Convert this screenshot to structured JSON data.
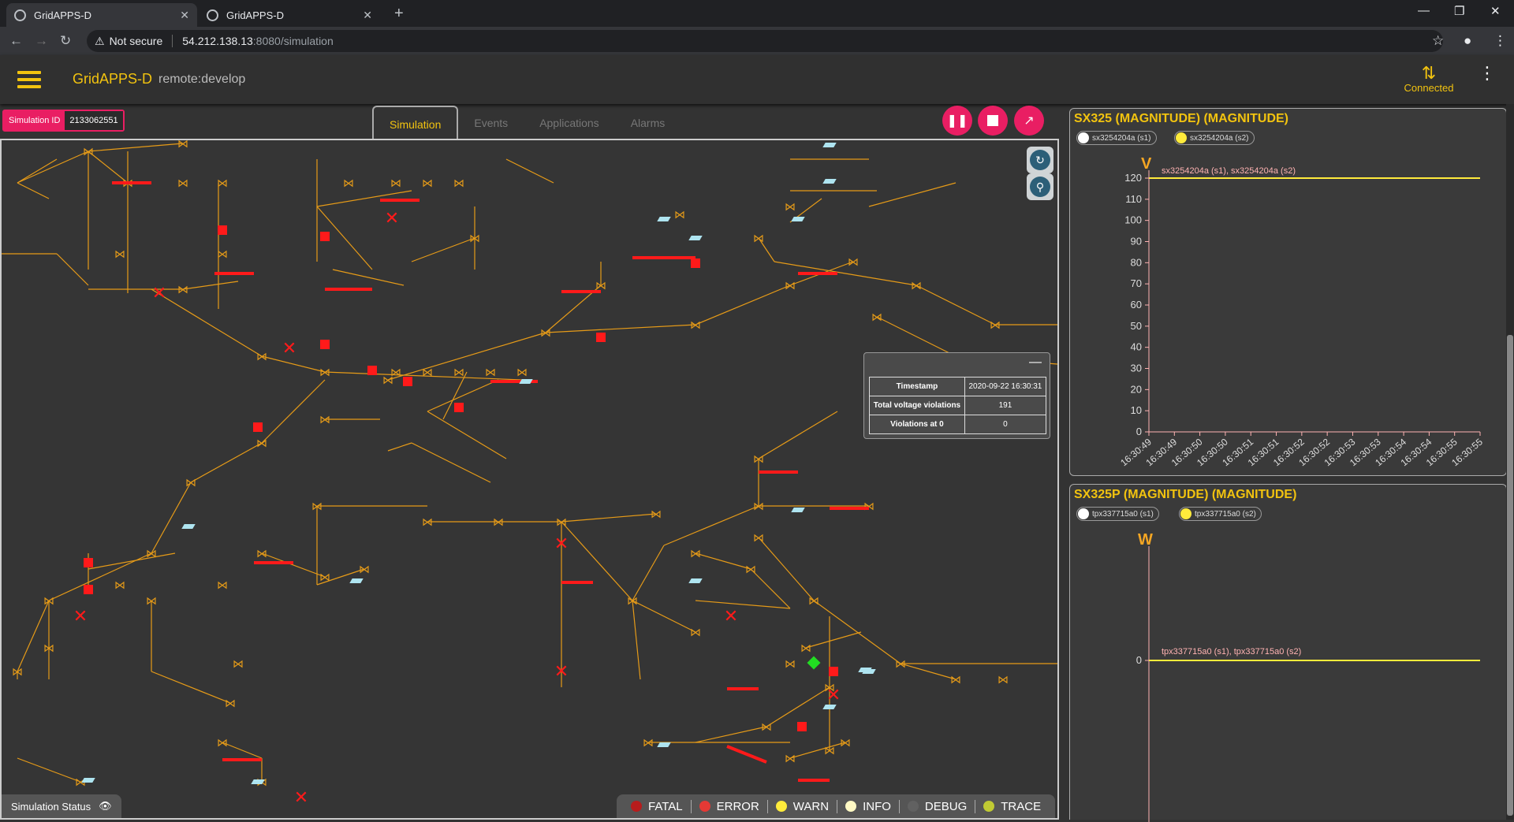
{
  "browser": {
    "tabs": [
      {
        "title": "GridAPPS-D"
      },
      {
        "title": "GridAPPS-D"
      }
    ],
    "not_secure": "Not secure",
    "url_host": "54.212.138.13",
    "url_path": ":8080/simulation"
  },
  "app": {
    "title": "GridAPPS-D",
    "subtitle": "remote:develop",
    "connection": "Connected"
  },
  "simulation": {
    "id_label": "Simulation ID",
    "id_value": "2133062551",
    "tabs": [
      "Simulation",
      "Events",
      "Applications",
      "Alarms"
    ],
    "active_tab": "Simulation"
  },
  "violations": {
    "rows": [
      {
        "label": "Timestamp",
        "value": "2020-09-22 16:30:31"
      },
      {
        "label": "Total voltage violations",
        "value": "191"
      },
      {
        "label": "Violations at 0",
        "value": "0"
      }
    ]
  },
  "status": {
    "label": "Simulation Status"
  },
  "log_levels": [
    {
      "label": "FATAL",
      "color": "#b71c1c"
    },
    {
      "label": "ERROR",
      "color": "#e53935"
    },
    {
      "label": "WARN",
      "color": "#ffeb3b"
    },
    {
      "label": "INFO",
      "color": "#fff9c4"
    },
    {
      "label": "DEBUG",
      "color": "#616161"
    },
    {
      "label": "TRACE",
      "color": "#c0ca33"
    }
  ],
  "chart_data": [
    {
      "type": "line",
      "title": "SX325 (MAGNITUDE) (MAGNITUDE)",
      "ylabel": "V",
      "legend": [
        "sx3254204a (s1)",
        "sx3254204a (s2)"
      ],
      "series_label": "sx3254204a (s1), sx3254204a (s2)",
      "x": [
        "16:30:49",
        "16:30:49",
        "16:30:50",
        "16:30:50",
        "16:30:51",
        "16:30:51",
        "16:30:52",
        "16:30:52",
        "16:30:53",
        "16:30:53",
        "16:30:54",
        "16:30:54",
        "16:30:55",
        "16:30:55"
      ],
      "yticks": [
        0,
        10,
        20,
        30,
        40,
        50,
        60,
        70,
        80,
        90,
        100,
        110,
        120
      ],
      "ylim": [
        0,
        120
      ],
      "series": [
        {
          "name": "sx3254204a (s1)",
          "color": "#ffffff",
          "values": [
            120,
            120,
            120,
            120,
            120,
            120,
            120,
            120,
            120,
            120,
            120,
            120,
            120,
            120
          ]
        },
        {
          "name": "sx3254204a (s2)",
          "color": "#ffeb3b",
          "values": [
            120,
            120,
            120,
            120,
            120,
            120,
            120,
            120,
            120,
            120,
            120,
            120,
            120,
            120
          ]
        }
      ]
    },
    {
      "type": "line",
      "title": "SX325P (MAGNITUDE) (MAGNITUDE)",
      "ylabel": "W",
      "legend": [
        "tpx337715a0 (s1)",
        "tpx337715a0 (s2)"
      ],
      "series_label": "tpx337715a0 (s1), tpx337715a0 (s2)",
      "yticks": [
        0
      ],
      "ylim": [
        -1,
        1
      ],
      "series": [
        {
          "name": "tpx337715a0 (s1)",
          "color": "#ffffff",
          "values": [
            0,
            0
          ]
        },
        {
          "name": "tpx337715a0 (s2)",
          "color": "#ffeb3b",
          "values": [
            0,
            0
          ]
        }
      ]
    }
  ]
}
